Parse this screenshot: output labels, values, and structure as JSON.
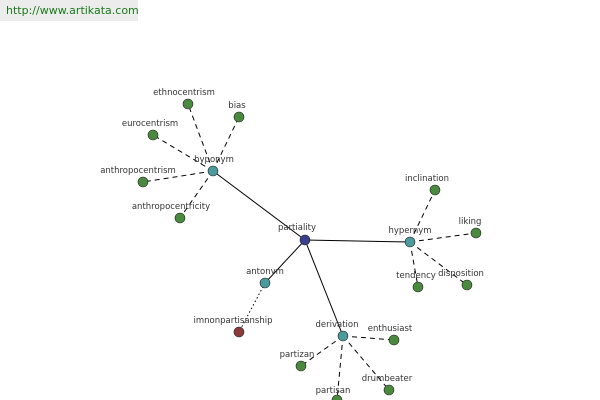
{
  "url": "http://www.artikata.com",
  "colors": {
    "center": "#3a3f8f",
    "relation": "#4a9a9e",
    "word": "#4a8a3e",
    "antonym_word": "#8c3a3a"
  },
  "graph": {
    "center": {
      "label": "partiality"
    },
    "relations": [
      {
        "id": "hyponym",
        "label": "hyponym",
        "line": "solid",
        "words": [
          {
            "label": "ethnocentrism",
            "line": "dashed"
          },
          {
            "label": "bias",
            "line": "dashed"
          },
          {
            "label": "eurocentrism",
            "line": "dashed"
          },
          {
            "label": "anthropocentrism",
            "line": "dashed"
          },
          {
            "label": "anthropocentricity",
            "line": "dashed"
          }
        ]
      },
      {
        "id": "hypernym",
        "label": "hypernym",
        "line": "solid",
        "words": [
          {
            "label": "inclination",
            "line": "dashed"
          },
          {
            "label": "liking",
            "line": "dashed"
          },
          {
            "label": "tendency",
            "line": "dashed"
          },
          {
            "label": "disposition",
            "line": "dashed"
          }
        ]
      },
      {
        "id": "antonym",
        "label": "antonym",
        "line": "solid",
        "words": [
          {
            "label": "imnonpartisanship",
            "line": "dotted",
            "kind": "antonym_word"
          }
        ]
      },
      {
        "id": "derivation",
        "label": "derivation",
        "line": "solid",
        "words": [
          {
            "label": "enthusiast",
            "line": "dashed"
          },
          {
            "label": "partizan",
            "line": "dashed"
          },
          {
            "label": "partisan",
            "line": "dashed"
          },
          {
            "label": "drumbeater",
            "line": "dashed"
          }
        ]
      }
    ]
  }
}
